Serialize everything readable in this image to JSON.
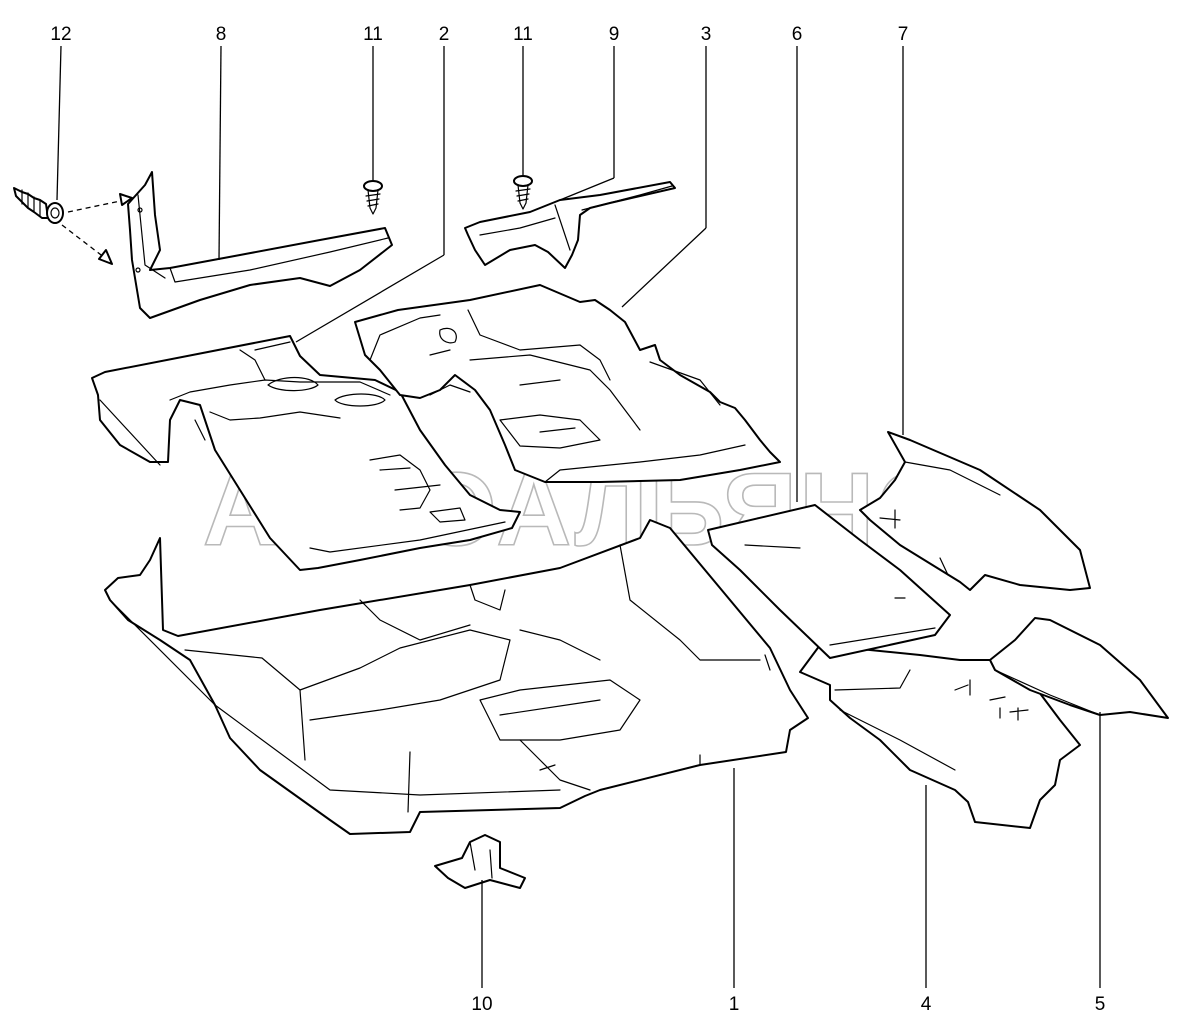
{
  "watermark": "АВТОАЛЬЯНС",
  "callouts": [
    "12",
    "8",
    "11",
    "2",
    "11",
    "9",
    "3",
    "6",
    "7",
    "10",
    "1",
    "4",
    "5"
  ]
}
